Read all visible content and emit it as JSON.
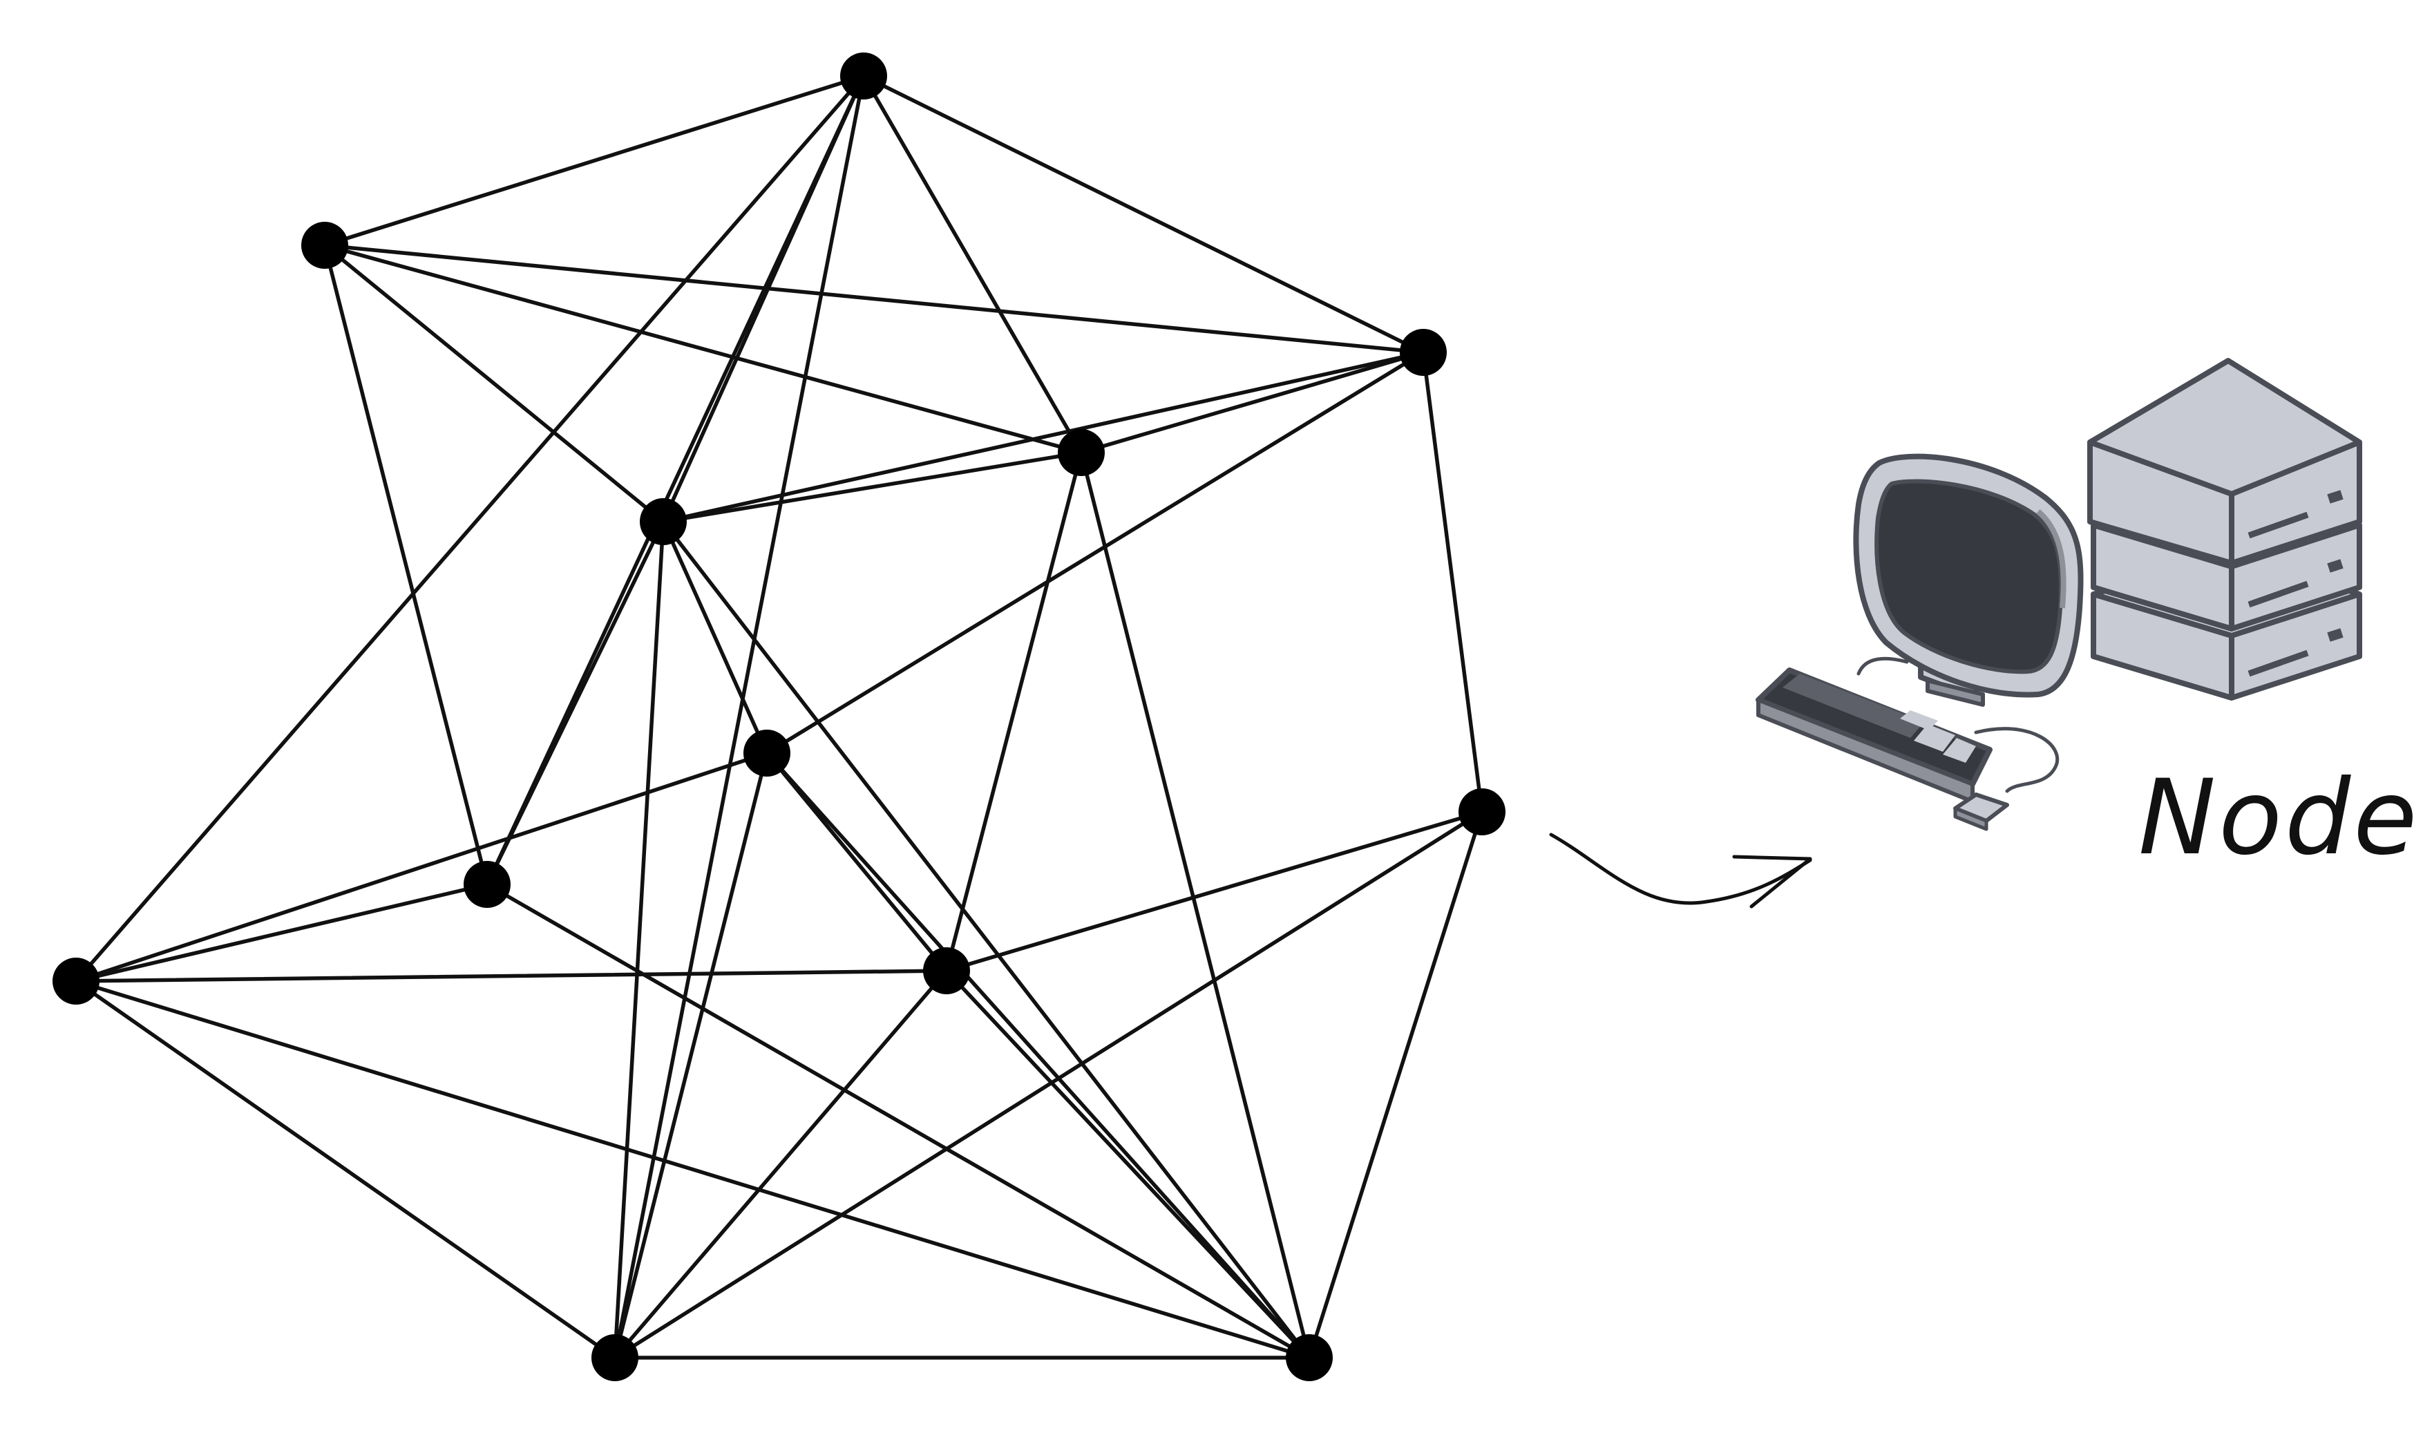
{
  "diagram": {
    "node_label": "Node"
  },
  "network": {
    "node_count": 12,
    "edges": [
      [
        0,
        1
      ],
      [
        0,
        2
      ],
      [
        0,
        4
      ],
      [
        0,
        3
      ],
      [
        0,
        5
      ],
      [
        1,
        2
      ],
      [
        1,
        3
      ],
      [
        1,
        4
      ],
      [
        1,
        5
      ],
      [
        1,
        6
      ],
      [
        1,
        9
      ],
      [
        2,
        3
      ],
      [
        2,
        4
      ],
      [
        2,
        8
      ],
      [
        2,
        11
      ],
      [
        3,
        4
      ],
      [
        3,
        7
      ],
      [
        3,
        10
      ],
      [
        4,
        5
      ],
      [
        4,
        9
      ],
      [
        4,
        10
      ],
      [
        4,
        11
      ],
      [
        5,
        6
      ],
      [
        5,
        10
      ],
      [
        6,
        7
      ],
      [
        6,
        9
      ],
      [
        6,
        10
      ],
      [
        6,
        11
      ],
      [
        7,
        8
      ],
      [
        7,
        9
      ],
      [
        7,
        10
      ],
      [
        7,
        11
      ],
      [
        8,
        9
      ],
      [
        8,
        10
      ],
      [
        9,
        10
      ],
      [
        9,
        11
      ],
      [
        10,
        11
      ]
    ]
  },
  "colors": {
    "line": "#111111",
    "node": "#000000",
    "device_fill": "#c9cbd4",
    "device_dark": "#36393f",
    "device_outline": "#4a4d55"
  },
  "icons": [
    "arrow-icon",
    "computer-icon",
    "server-stack-icon"
  ]
}
